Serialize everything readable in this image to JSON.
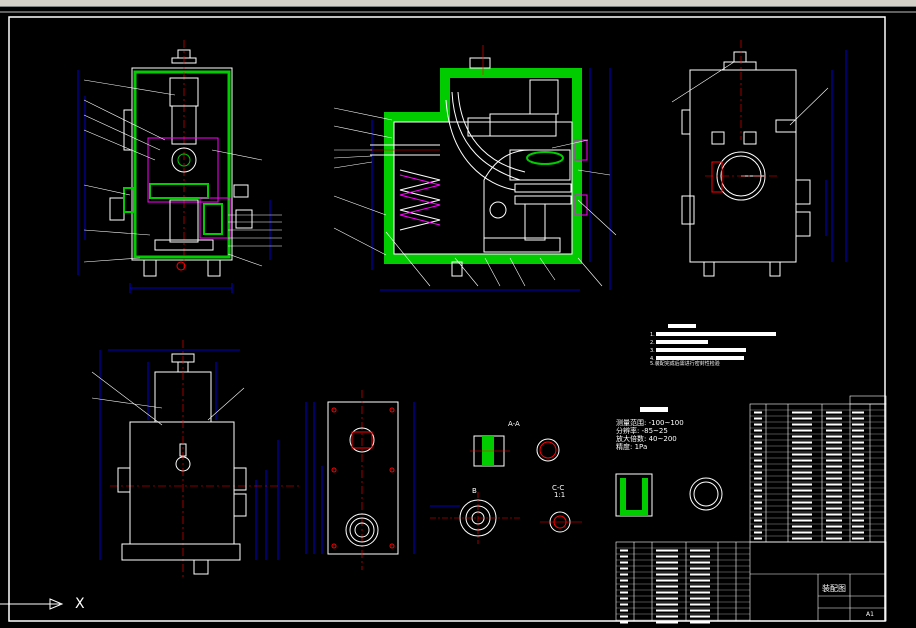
{
  "window": {
    "title_bar_color": "#d4d0c8"
  },
  "colors": {
    "background": "#000000",
    "border": "#ffffff",
    "outline": "#ffffff",
    "dimension": "#0000ff",
    "hatch": "#00cc00",
    "centerline": "#ff0000",
    "part": "#ff00ff",
    "leader": "#ffffff"
  },
  "views": {
    "section_aa_label": "A-A",
    "section_cc_label": "C-C",
    "section_cc_scale": "1:1",
    "section_b_label": "B"
  },
  "tech_spec": {
    "rows": [
      {
        "label": "测量范围",
        "value": "-100~100"
      },
      {
        "label": "分辨率",
        "value": "-85~25"
      },
      {
        "label": "放大倍数",
        "value": "40~200"
      },
      {
        "label": "精度",
        "value": "1Pa"
      }
    ]
  },
  "notes": {
    "last_line": "5.装配完成后需进行密封性检验"
  },
  "title_block": {
    "name": "装配图",
    "sheet": "A1"
  },
  "ucs": {
    "axis_label": "X"
  }
}
